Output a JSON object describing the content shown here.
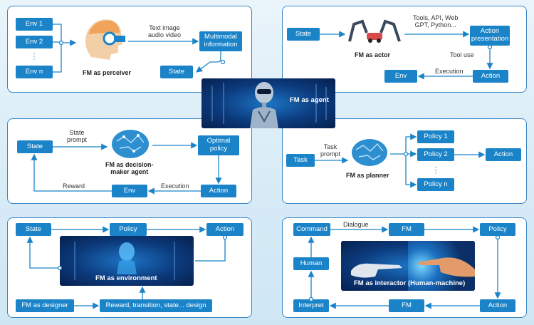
{
  "colors": {
    "box": "#1b84c9",
    "panel_border": "#3a86c4",
    "arrow": "#1b84c9",
    "banner_dark": "#06204e"
  },
  "center": {
    "label": "FM as agent"
  },
  "perceiver": {
    "env1": "Env 1",
    "env2": "Env 2",
    "envn": "Env n",
    "caption": "FM as perceiver",
    "modalities": "Text image\naudio video",
    "multimodal": "Multimodal\ninformation",
    "state": "State"
  },
  "actor": {
    "state": "State",
    "caption": "FM as actor",
    "tools": "Tools, API, Web\nGPT, Python...",
    "action_presentation": "Action\npresentation",
    "tool_use": "Tool use",
    "action": "Action",
    "execution": "Execution",
    "env": "Env"
  },
  "decision": {
    "state": "State",
    "state_prompt": "State\nprompt",
    "caption": "FM as decision-\nmaker agent",
    "optimal_policy": "Optimal\npolicy",
    "reward": "Reward",
    "env": "Env",
    "execution": "Execution",
    "action": "Action"
  },
  "planner": {
    "task": "Task",
    "task_prompt": "Task\nprompt",
    "caption": "FM as planner",
    "policy1": "Policy 1",
    "policy2": "Policy 2",
    "policyn": "Policy n",
    "action": "Action"
  },
  "environment": {
    "state": "State",
    "policy": "Policy",
    "action": "Action",
    "caption": "FM as environment",
    "designer": "FM as designer",
    "design": "Reward, transition, state... design"
  },
  "interactor": {
    "command": "Command",
    "dialogue": "Dialogue",
    "fm_top": "FM",
    "policy": "Policy",
    "human": "Human",
    "caption": "FM as interactor (Human-machine)",
    "interpret": "Interpret",
    "fm_bottom": "FM",
    "action": "Action"
  }
}
